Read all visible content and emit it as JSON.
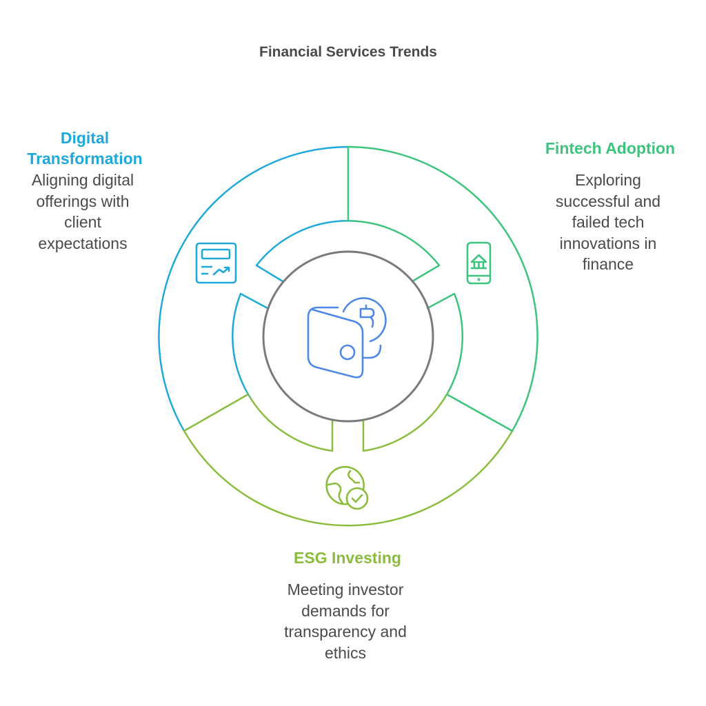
{
  "title": "Financial Services Trends",
  "center_icon": "wallet-bitcoin-icon",
  "sections": [
    {
      "heading_lines": [
        "Digital",
        "Transformation"
      ],
      "description_lines": [
        "Aligning digital",
        "offerings with",
        "client",
        "expectations"
      ],
      "icon": "chart-card-icon",
      "color": "#1fa9da"
    },
    {
      "heading_lines": [
        "Fintech Adoption"
      ],
      "description_lines": [
        "Exploring",
        "successful and",
        "failed tech",
        "innovations in",
        "finance"
      ],
      "icon": "mobile-bank-icon",
      "color": "#3cc47c"
    },
    {
      "heading_lines": [
        "ESG Investing"
      ],
      "description_lines": [
        "Meeting investor",
        "demands for",
        "transparency and",
        "ethics"
      ],
      "icon": "globe-check-icon",
      "color": "#8bbd3c"
    }
  ],
  "colors": {
    "center_ring": "#7a7a7a",
    "center_icon": "#4d88e6",
    "text": "#4a4a4a"
  }
}
